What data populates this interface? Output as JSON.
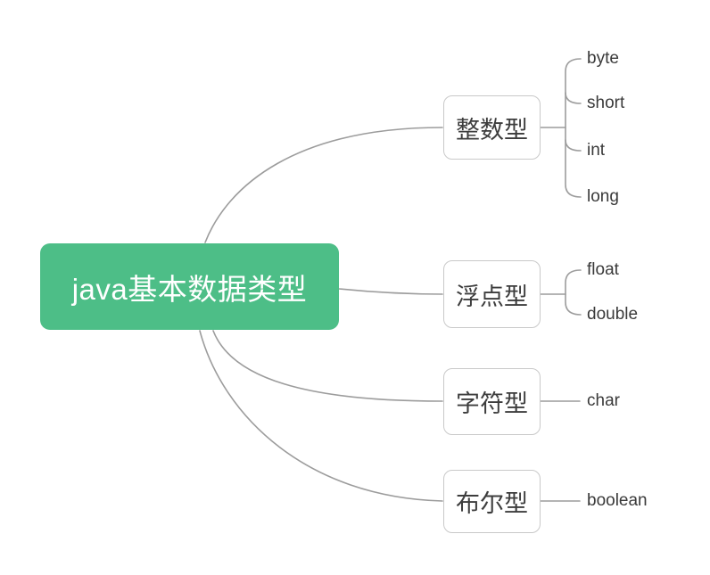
{
  "colors": {
    "root_bg": "#4DBE87",
    "root_text": "#FFFFFF",
    "node_border": "#C9C9C9",
    "node_text": "#3D3D3D",
    "child_text": "#3A3A3A",
    "connector": "#9C9C9C",
    "canvas_bg": "#FFFFFF"
  },
  "mindmap": {
    "root": {
      "label": "java基本数据类型"
    },
    "branches": [
      {
        "label": "整数型",
        "children": [
          "byte",
          "short",
          "int",
          "long"
        ]
      },
      {
        "label": "浮点型",
        "children": [
          "float",
          "double"
        ]
      },
      {
        "label": "字符型",
        "children": [
          "char"
        ]
      },
      {
        "label": "布尔型",
        "children": [
          "boolean"
        ]
      }
    ]
  }
}
